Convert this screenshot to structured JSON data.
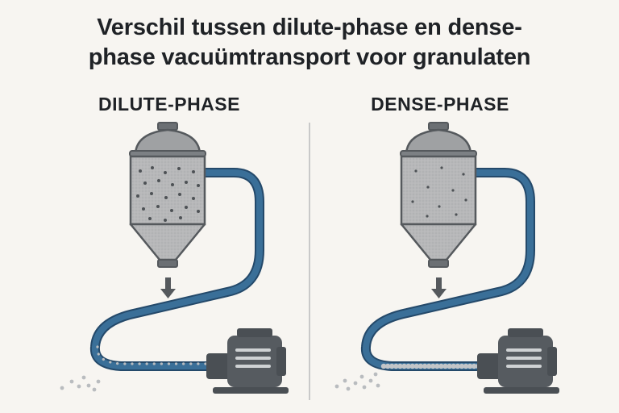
{
  "title": {
    "line1": "Verschil tussen dilute-phase en dense-",
    "line2": "phase vacuümtransport voor granulaten"
  },
  "panels": [
    {
      "label": "DILUTE-PHASE"
    },
    {
      "label": "DENSE-PHASE"
    }
  ],
  "colors": {
    "background": "#f7f5f1",
    "hopper_body": "#b7b8b9",
    "hopper_outline": "#55595d",
    "pipe": "#3a6f98",
    "pipe_dark": "#24496a",
    "motor": "#565b60",
    "granule": "#b9bcbf",
    "divider": "#c9c9c9"
  },
  "icons": [
    "hopper-icon",
    "arrow-down-icon",
    "vacuum-pump-icon",
    "granule-icon"
  ]
}
